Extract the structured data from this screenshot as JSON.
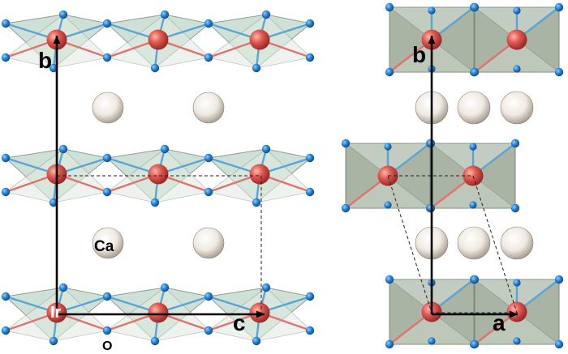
{
  "labels": {
    "left_axis_b": "b",
    "left_axis_c": "c",
    "right_axis_b": "b",
    "right_axis_a": "a",
    "ca": "Ca",
    "ir": "Ir",
    "o": "O"
  },
  "colors": {
    "ir_atom": "#dc4a45",
    "o_atom": "#1f74c4",
    "ca_atom": "#e9e4dc",
    "octahedron": "#cfe0d6"
  }
}
